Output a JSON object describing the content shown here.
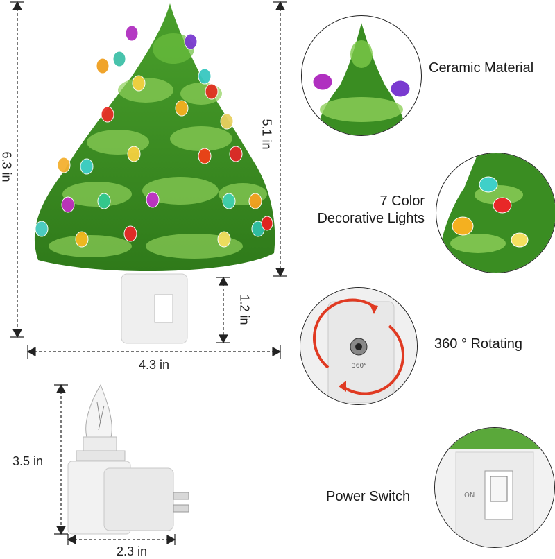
{
  "dimensions": {
    "total_height": "6.3 in",
    "tree_height": "5.1 in",
    "base_height": "1.2 in",
    "width": "4.3 in",
    "bulb_height": "3.5 in",
    "bulb_width": "2.3 in"
  },
  "features": [
    {
      "label": "Ceramic Material"
    },
    {
      "label": "7 Color\nDecorative Lights"
    },
    {
      "label": "360 ° Rotating"
    },
    {
      "label": "Power Switch"
    }
  ],
  "plug_base": {
    "switch_text": "ON",
    "rotate_text": "360°"
  },
  "colors": {
    "tree_green": "#3d8d22",
    "tree_highlight": "#8ed05a",
    "base_white": "#eeeeee",
    "arrow_red": "#e03a22"
  }
}
